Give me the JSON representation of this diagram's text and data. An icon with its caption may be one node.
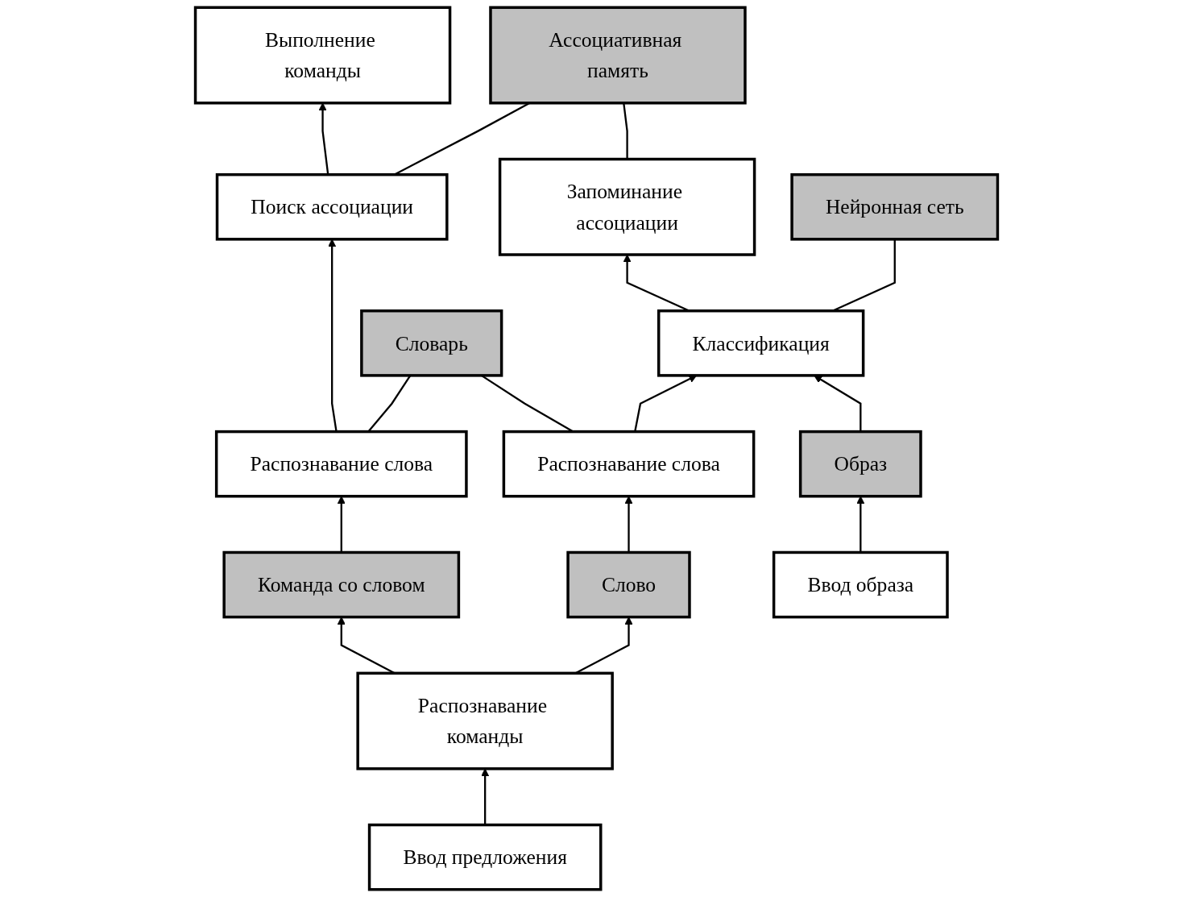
{
  "diagram": {
    "nodes": [
      {
        "text": [
          "Выполнение команды"
        ]
      },
      {
        "text": [
          "Ассоциативная память"
        ]
      },
      {
        "text": [
          "Нейронная сеть"
        ]
      },
      {
        "text": [
          "Запоминание ассоциации"
        ]
      },
      {
        "text": [
          "Поиск ассоциации"
        ]
      },
      {
        "text": [
          "Словарь"
        ]
      },
      {
        "text": [
          "Классификация"
        ]
      },
      {
        "text": [
          "Распознавание слова"
        ]
      },
      {
        "text": [
          "Распознавание слова"
        ]
      },
      {
        "text": [
          "Образ"
        ]
      },
      {
        "text": [
          "Слово"
        ]
      },
      {
        "text": [
          "Команда со словом"
        ]
      },
      {
        "text": [
          "Распознавание команды"
        ]
      },
      {
        "text": [
          "Ввод образа"
        ]
      },
      {
        "text": [
          "Ввод предложения"
        ]
      }
    ],
    "edges": [
      {
        "from": 1,
        "to": 3,
        "arrow": "none"
      },
      {
        "from": 1,
        "to": 4,
        "arrow": "none"
      },
      {
        "from": 4,
        "to": 0,
        "arrow": "to"
      },
      {
        "from": 2,
        "to": 6,
        "arrow": "none"
      },
      {
        "from": 6,
        "to": 3,
        "arrow": "to"
      },
      {
        "from": 7,
        "to": 6,
        "arrow": "to"
      },
      {
        "from": 5,
        "to": 7,
        "arrow": "none"
      },
      {
        "from": 5,
        "to": 8,
        "arrow": "none"
      },
      {
        "from": 8,
        "to": 4,
        "arrow": "to"
      },
      {
        "from": 9,
        "to": 6,
        "arrow": "to"
      },
      {
        "from": 13,
        "to": 9,
        "arrow": "to"
      },
      {
        "from": 10,
        "to": 7,
        "arrow": "to"
      },
      {
        "from": 11,
        "to": 8,
        "arrow": "to"
      },
      {
        "from": 12,
        "to": 10,
        "arrow": "to"
      },
      {
        "from": 12,
        "to": 11,
        "arrow": "to"
      },
      {
        "from": 14,
        "to": 12,
        "arrow": "to"
      }
    ]
  }
}
